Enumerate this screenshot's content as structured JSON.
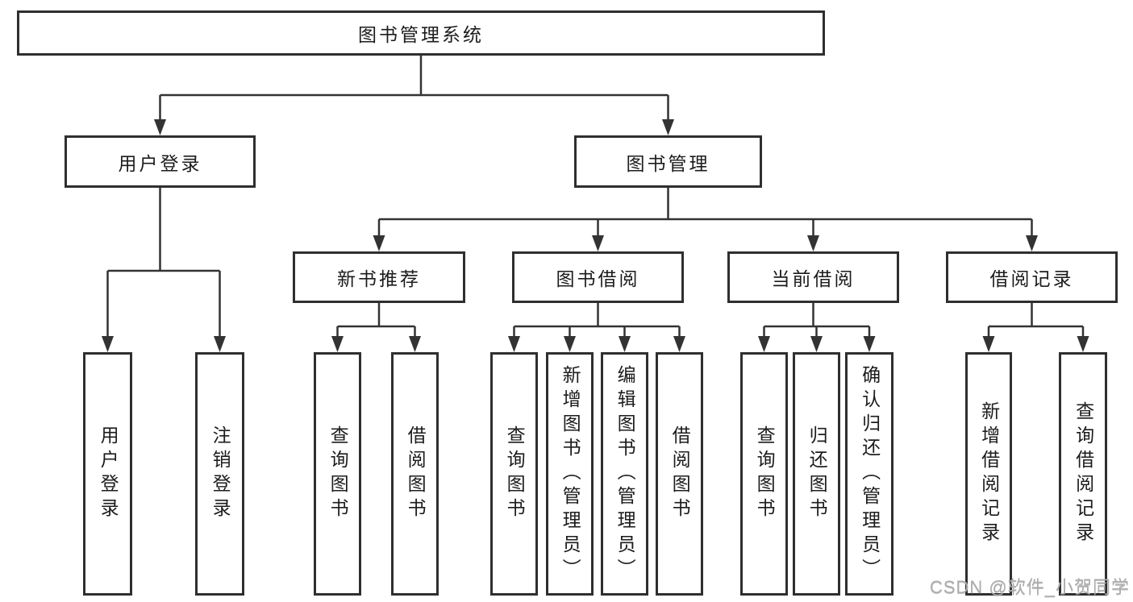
{
  "watermark": "CSDN @软件_小贺同学",
  "colors": {
    "background": "#ffffff",
    "line": "#333333",
    "box_border": "#2f2f2f",
    "text": "#1c1c1c",
    "watermark": "#adadad"
  },
  "tree": {
    "root": "图书管理系统",
    "children": [
      {
        "label": "用户登录",
        "children": [
          {
            "label": "用户登录"
          },
          {
            "label": "注销登录"
          }
        ]
      },
      {
        "label": "图书管理",
        "children": [
          {
            "label": "新书推荐",
            "children": [
              {
                "label": "查询图书"
              },
              {
                "label": "借阅图书"
              }
            ]
          },
          {
            "label": "图书借阅",
            "children": [
              {
                "label": "查询图书"
              },
              {
                "label": "新增图书（管理员）"
              },
              {
                "label": "编辑图书（管理员）"
              },
              {
                "label": "借阅图书"
              }
            ]
          },
          {
            "label": "当前借阅",
            "children": [
              {
                "label": "查询图书"
              },
              {
                "label": "归还图书"
              },
              {
                "label": "确认归还（管理员）"
              }
            ]
          },
          {
            "label": "借阅记录",
            "children": [
              {
                "label": "新增借阅记录"
              },
              {
                "label": "查询借阅记录"
              }
            ]
          }
        ]
      }
    ]
  }
}
